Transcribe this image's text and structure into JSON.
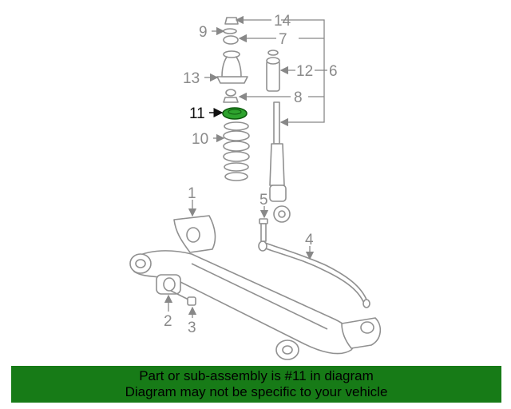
{
  "diagram": {
    "highlighted_part": "11",
    "callouts": {
      "c1": "1",
      "c2": "2",
      "c3": "3",
      "c4": "4",
      "c5": "5",
      "c6": "6",
      "c7": "7",
      "c8": "8",
      "c9": "9",
      "c10": "10",
      "c11": "11",
      "c12": "12",
      "c13": "13",
      "c14": "14"
    },
    "colors": {
      "highlight_fill": "#2ea32e",
      "banner": "#177b17",
      "line_art": "#909090"
    }
  },
  "banner": {
    "line1": "Part or sub-assembly is #11 in diagram",
    "line2": "Diagram may not be specific to your vehicle"
  }
}
